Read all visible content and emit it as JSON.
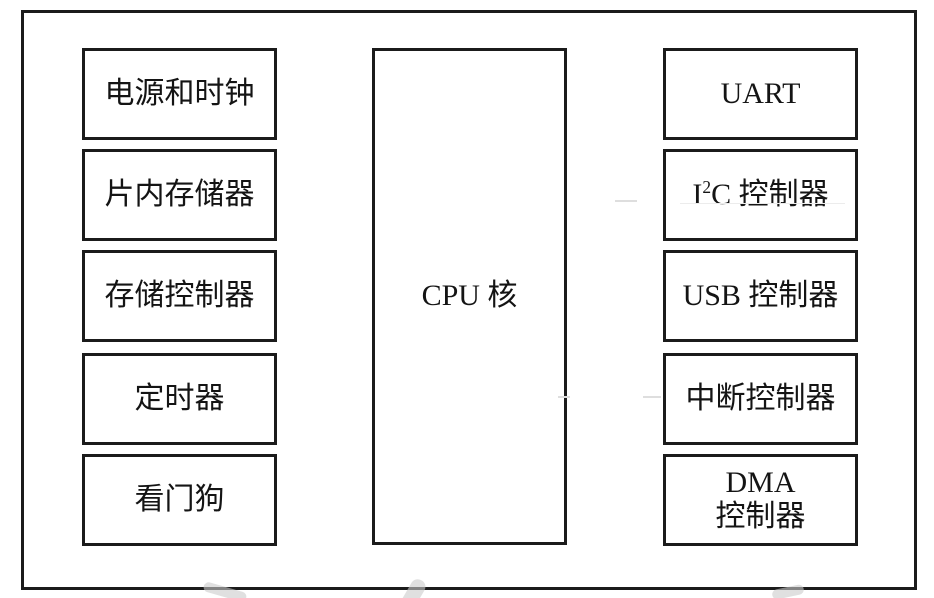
{
  "colors": {
    "line": "#1b1b1b",
    "text": "#141414",
    "background": "#ffffff",
    "watermark": "#cccccc"
  },
  "blocks": {
    "left": [
      {
        "label": "电源和时钟"
      },
      {
        "label": "片内存储器"
      },
      {
        "label": "存储控制器"
      },
      {
        "label": "定时器"
      },
      {
        "label": "看门狗"
      }
    ],
    "center": {
      "label": "CPU 核"
    },
    "right": [
      {
        "label": "UART"
      },
      {
        "base": "I",
        "sup": "2",
        "rest": "C 控制器"
      },
      {
        "label": "USB 控制器"
      },
      {
        "label": "中断控制器"
      },
      {
        "line1": "DMA",
        "line2": "控制器"
      }
    ]
  }
}
